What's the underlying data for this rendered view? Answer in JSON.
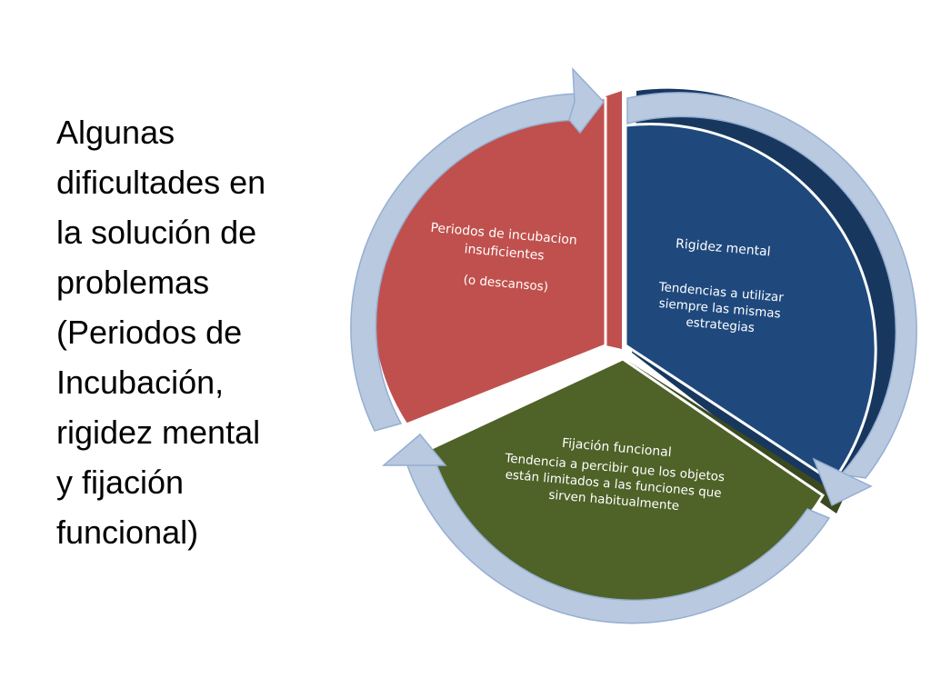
{
  "title_lines": [
    "Algunas",
    "dificultades en",
    "la solución de",
    "problemas",
    "(Periodos de",
    "Incubación,",
    "rigidez mental",
    "y fijación",
    "funcional)"
  ],
  "segments": {
    "incubation": {
      "title_lines": [
        "Periodos de incubacion",
        "insuficientes"
      ],
      "body_lines": [
        "(o descansos)"
      ],
      "color": "#c0504d"
    },
    "rigidity": {
      "title_lines": [
        "Rigidez mental"
      ],
      "body_lines": [
        "Tendencias a utilizar",
        "siempre las mismas",
        "estrategias"
      ],
      "color": "#1f497d"
    },
    "fixation": {
      "title_lines": [
        "Fijación funcional"
      ],
      "body_lines": [
        "Tendencia a percibir que los objetos",
        "están limitados a las funciones que",
        "sirven habitualmente"
      ],
      "color": "#4f6228"
    }
  },
  "arrow_color": "#b9c9e0",
  "arrow_edge_color": "#95aed2"
}
